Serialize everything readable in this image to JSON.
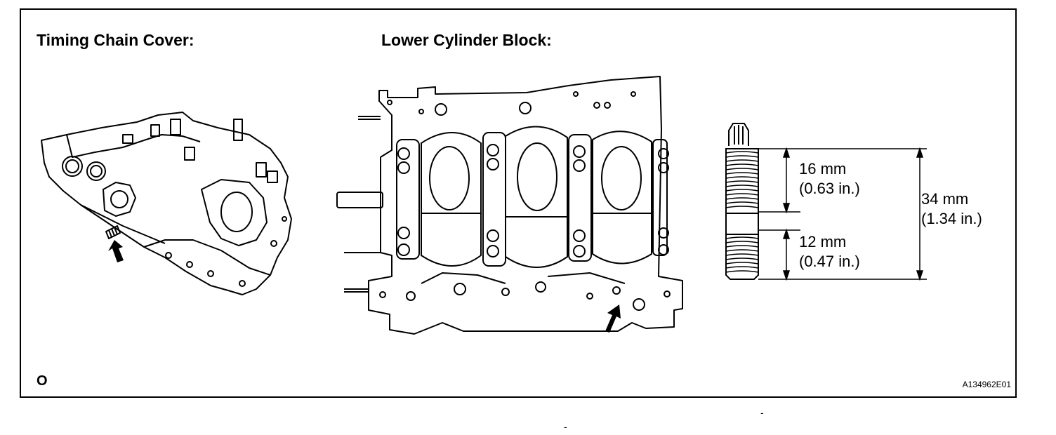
{
  "figure": {
    "left_title": "Timing Chain Cover:",
    "middle_title": "Lower Cylinder Block:",
    "corner_mark": "O",
    "figure_code": "A134962E01"
  },
  "stud_dimensions": {
    "upper": {
      "mm": "16 mm",
      "inch": "(0.63 in.)"
    },
    "lower": {
      "mm": "12 mm",
      "inch": "(0.47 in.)"
    },
    "overall": {
      "mm": "34 mm",
      "inch": "(1.34 in.)"
    }
  },
  "marks": {
    "dash_a": "-",
    "dash_b": "-"
  },
  "colors": {
    "line": "#000000",
    "background": "#ffffff"
  }
}
